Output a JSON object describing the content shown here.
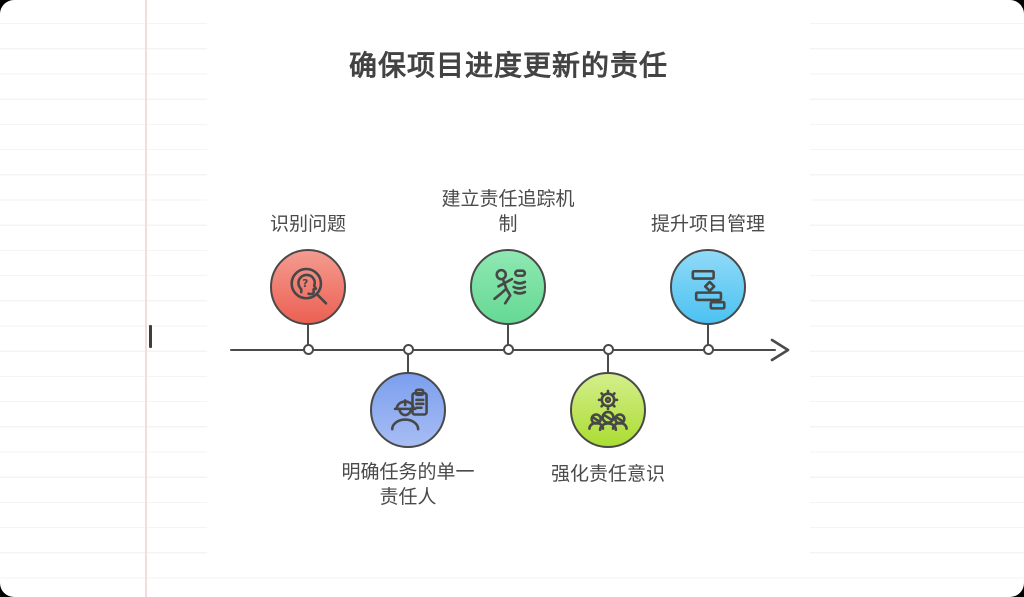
{
  "title": "确保项目进度更新的责任",
  "timeline": {
    "direction": "left-to-right",
    "axis_color": "#4a4a4a",
    "node_dot_color": "#ffffff"
  },
  "milestones": [
    {
      "label": "识别问题",
      "position": "above",
      "icon": "magnifier-head-icon",
      "gradient": [
        "#f49b90",
        "#ec6153"
      ]
    },
    {
      "label": "明确任务的单一\n责任人",
      "position": "below",
      "icon": "worker-clipboard-icon",
      "gradient": [
        "#7c9fee",
        "#a7bdf4"
      ]
    },
    {
      "label": "建立责任追踪机\n制",
      "position": "above",
      "icon": "running-person-icon",
      "gradient": [
        "#8fe8b2",
        "#65d994"
      ]
    },
    {
      "label": "强化责任意识",
      "position": "below",
      "icon": "gear-team-icon",
      "gradient": [
        "#d4ee8b",
        "#abdd33"
      ]
    },
    {
      "label": "提升项目管理",
      "position": "above",
      "icon": "gantt-chart-icon",
      "gradient": [
        "#90daf8",
        "#4cc2f1"
      ]
    }
  ],
  "background": {
    "ruled_line_color": "#f6f3f1",
    "margin_line_color": "#f5dcda",
    "card_color": "#ffffff",
    "outline_color": "#494949",
    "icon_stroke_color": "#474747",
    "text_color": "#4a4a4a"
  }
}
